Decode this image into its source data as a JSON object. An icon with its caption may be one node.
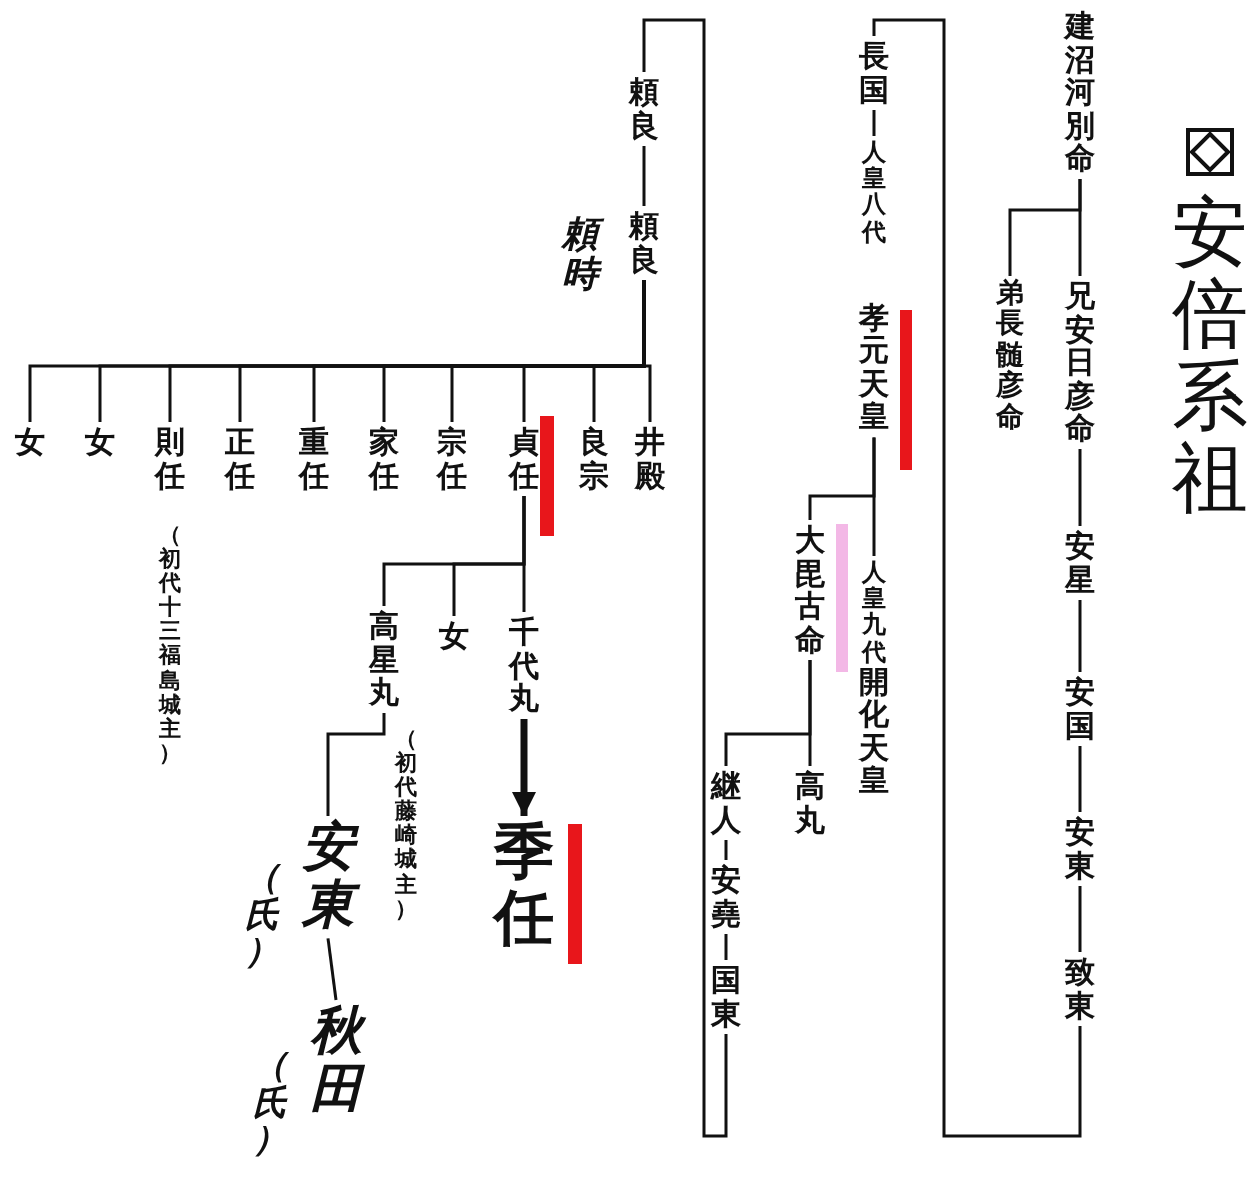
{
  "diagram": {
    "title": "安倍系祖",
    "nodes": [
      {
        "text": [
          "建沼河別命"
        ]
      },
      {
        "text": [
          "兄安日彦命"
        ]
      },
      {
        "text": [
          "弟長髄彦命"
        ]
      },
      {
        "text": [
          "安星"
        ]
      },
      {
        "text": [
          "安国"
        ]
      },
      {
        "text": [
          "安東"
        ]
      },
      {
        "text": [
          "致東"
        ]
      },
      {
        "text": [
          "長国"
        ]
      },
      {
        "text": [
          "人皇八代",
          "孝元天皇"
        ]
      },
      {
        "text": [
          "大毘古命"
        ]
      },
      {
        "text": [
          "人皇九代",
          "開化天皇"
        ]
      },
      {
        "text": [
          "高丸"
        ]
      },
      {
        "text": [
          "継人"
        ]
      },
      {
        "text": [
          "安堯"
        ]
      },
      {
        "text": [
          "国東"
        ]
      },
      {
        "text": [
          "頼良"
        ]
      },
      {
        "text": [
          "頼良"
        ],
        "beside": [
          "頼時"
        ]
      },
      {
        "text": [
          "女"
        ]
      },
      {
        "text": [
          "女"
        ]
      },
      {
        "text": [
          "則任"
        ],
        "beside": [
          "（初代十三福島城主）"
        ]
      },
      {
        "text": [
          "正任"
        ]
      },
      {
        "text": [
          "重任"
        ]
      },
      {
        "text": [
          "家任"
        ]
      },
      {
        "text": [
          "宗任"
        ]
      },
      {
        "text": [
          "貞任"
        ]
      },
      {
        "text": [
          "良宗"
        ]
      },
      {
        "text": [
          "井殿"
        ]
      },
      {
        "text": [
          "高星丸"
        ],
        "beside": [
          "（初代藤崎城主）"
        ]
      },
      {
        "text": [
          "女"
        ]
      },
      {
        "text": [
          "千代丸"
        ]
      },
      {
        "text": [
          "季任"
        ]
      },
      {
        "text": [
          "安東"
        ],
        "beside": [
          "（氏）"
        ]
      },
      {
        "text": [
          "秋田"
        ],
        "beside": [
          "（氏）"
        ]
      }
    ],
    "edges": [
      {
        "from": 0,
        "to": 1,
        "arrow": "none"
      },
      {
        "from": 0,
        "to": 2,
        "arrow": "none"
      },
      {
        "from": 1,
        "to": 3,
        "arrow": "none"
      },
      {
        "from": 3,
        "to": 4,
        "arrow": "none"
      },
      {
        "from": 4,
        "to": 5,
        "arrow": "none"
      },
      {
        "from": 5,
        "to": 6,
        "arrow": "none"
      },
      {
        "from": 6,
        "to": 7,
        "arrow": "none"
      },
      {
        "from": 7,
        "to": 8,
        "arrow": "none"
      },
      {
        "from": 8,
        "to": 9,
        "arrow": "none"
      },
      {
        "from": 8,
        "to": 10,
        "arrow": "none"
      },
      {
        "from": 9,
        "to": 11,
        "arrow": "none"
      },
      {
        "from": 9,
        "to": 12,
        "arrow": "none"
      },
      {
        "from": 12,
        "to": 13,
        "arrow": "none"
      },
      {
        "from": 13,
        "to": 14,
        "arrow": "none"
      },
      {
        "from": 14,
        "to": 15,
        "arrow": "none"
      },
      {
        "from": 15,
        "to": 16,
        "arrow": "none"
      },
      {
        "from": 16,
        "to": 17,
        "arrow": "none"
      },
      {
        "from": 16,
        "to": 18,
        "arrow": "none"
      },
      {
        "from": 16,
        "to": 19,
        "arrow": "none"
      },
      {
        "from": 16,
        "to": 20,
        "arrow": "none"
      },
      {
        "from": 16,
        "to": 21,
        "arrow": "none"
      },
      {
        "from": 16,
        "to": 22,
        "arrow": "none"
      },
      {
        "from": 16,
        "to": 23,
        "arrow": "none"
      },
      {
        "from": 16,
        "to": 24,
        "arrow": "none"
      },
      {
        "from": 16,
        "to": 25,
        "arrow": "none"
      },
      {
        "from": 16,
        "to": 26,
        "arrow": "none"
      },
      {
        "from": 24,
        "to": 27,
        "arrow": "none"
      },
      {
        "from": 24,
        "to": 28,
        "arrow": "none"
      },
      {
        "from": 24,
        "to": 29,
        "arrow": "none"
      },
      {
        "from": 29,
        "to": 30,
        "arrow": "to",
        "style": "thick"
      },
      {
        "from": 27,
        "to": 31,
        "arrow": "none"
      },
      {
        "from": 31,
        "to": 32,
        "arrow": "none"
      }
    ]
  }
}
